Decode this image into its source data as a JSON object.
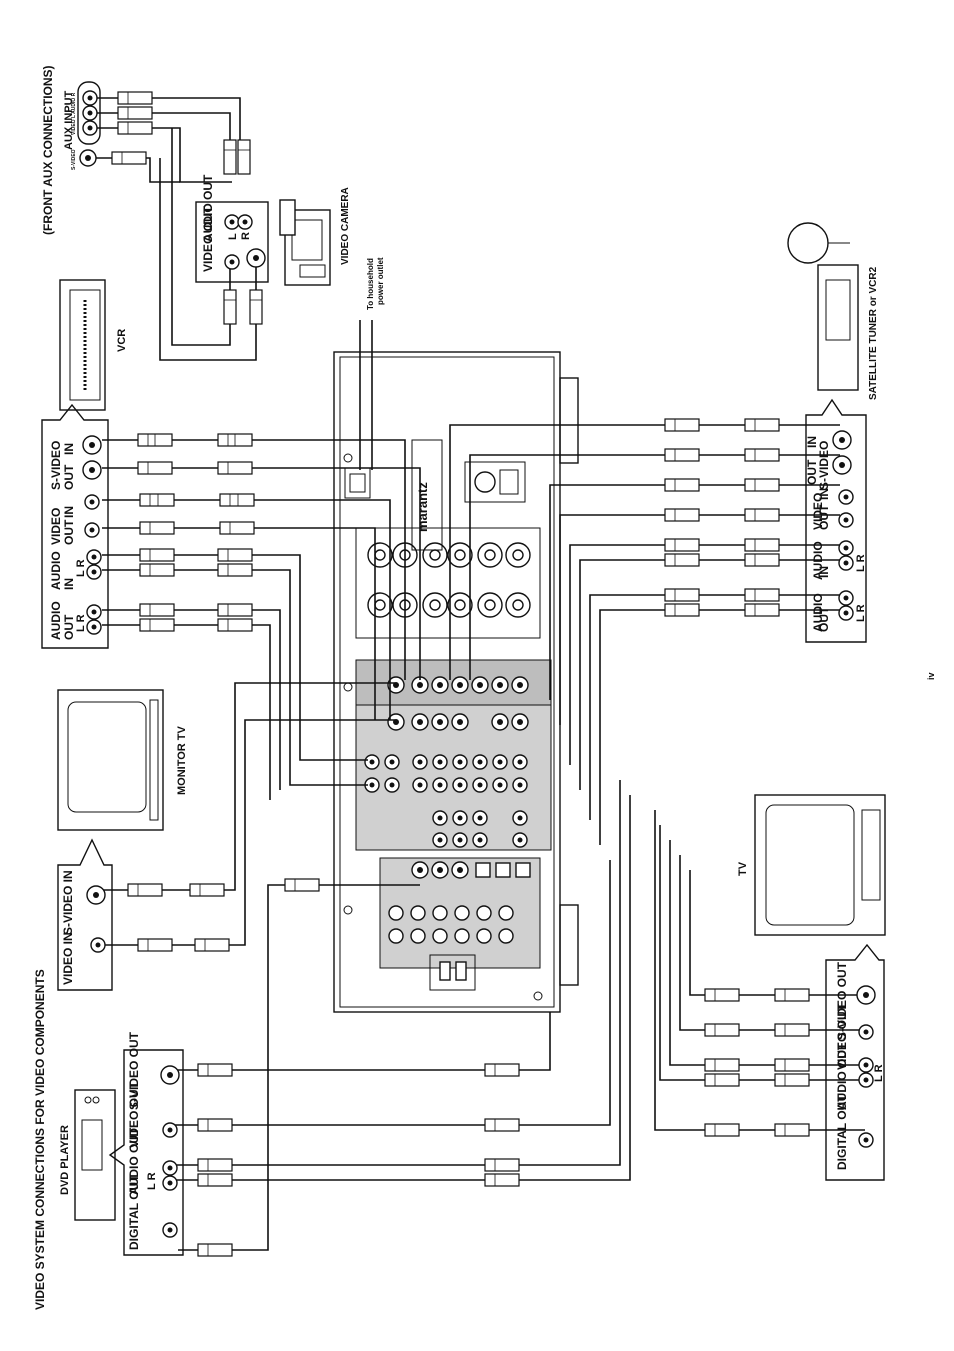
{
  "title": "VIDEO SYSTEM CONNECTIONS FOR VIDEO COMPONENTS",
  "page_marker": "iv",
  "front_aux": {
    "heading": "(FRONT AUX CONNECTIONS)",
    "input_label": "AUX INPUT",
    "jack_labels": [
      "S-VIDEO",
      "VIDEO",
      "L AUDIO R"
    ]
  },
  "video_camera": {
    "label": "VIDEO CAMERA",
    "video_out": "VIDEO OUT",
    "audio_out": "AUDIO OUT",
    "l": "L",
    "r": "R"
  },
  "vcr": {
    "label": "VCR",
    "groups": [
      "S-VIDEO",
      "VIDEO",
      "AUDIO",
      "AUDIO"
    ],
    "s_video_io": [
      "OUT",
      "IN"
    ],
    "video_io": [
      "OUT",
      "IN"
    ],
    "audio_in": "IN",
    "audio_out": "OUT",
    "lr": "L  R"
  },
  "power": {
    "label_line1": "To household",
    "label_line2": "power outlet"
  },
  "receiver": {
    "brand": "marantz"
  },
  "satellite": {
    "label": "SATELLITE TUNER or VCR2",
    "groups": [
      "S-VIDEO",
      "VIDEO",
      "AUDIO",
      "AUDIO"
    ],
    "s_video_io": [
      "OUT",
      "IN"
    ],
    "video_io": [
      "OUT",
      "IN"
    ],
    "audio_in": "IN",
    "audio_out": "OUT",
    "lr": "L  R"
  },
  "monitor_tv": {
    "label": "MONITOR TV",
    "s_video_in": "S-VIDEO IN",
    "video_in": "VIDEO IN"
  },
  "tv": {
    "label": "TV",
    "s_video_out": "S-VIDEO OUT",
    "video_out": "VIDEO OUT",
    "audio_out": "AUDIO OUT",
    "digital_out": "DIGITAL OUT",
    "lr": "L  R"
  },
  "dvd": {
    "label": "DVD PLAYER",
    "s_video_out": "S-VIDEO OUT",
    "video_out": "VIDEO OUT",
    "audio_out": "AUDIO OUT",
    "digital_out": "DIGITAL OUT",
    "lr": "L  R"
  }
}
